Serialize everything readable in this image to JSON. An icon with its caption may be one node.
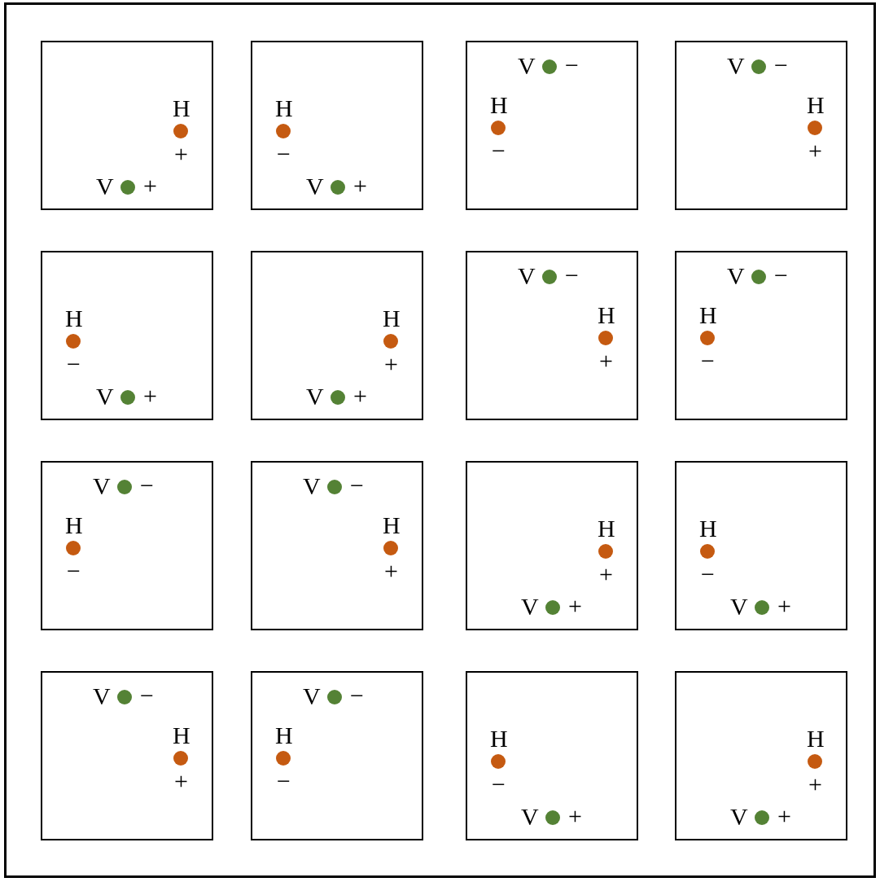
{
  "diagram": {
    "nodes": [
      {
        "text": [
          "H",
          "+",
          "V",
          "+"
        ]
      },
      {
        "text": [
          "H",
          "−",
          "V",
          "+"
        ]
      },
      {
        "text": [
          "V",
          "−",
          "H",
          "−"
        ]
      },
      {
        "text": [
          "V",
          "−",
          "H",
          "+"
        ]
      },
      {
        "text": [
          "H",
          "−",
          "V",
          "+"
        ]
      },
      {
        "text": [
          "H",
          "+",
          "V",
          "+"
        ]
      },
      {
        "text": [
          "V",
          "−",
          "H",
          "+"
        ]
      },
      {
        "text": [
          "V",
          "−",
          "H",
          "−"
        ]
      },
      {
        "text": [
          "V",
          "−",
          "H",
          "−"
        ]
      },
      {
        "text": [
          "V",
          "−",
          "H",
          "+"
        ]
      },
      {
        "text": [
          "H",
          "+",
          "V",
          "+"
        ]
      },
      {
        "text": [
          "H",
          "−",
          "V",
          "+"
        ]
      },
      {
        "text": [
          "V",
          "−",
          "H",
          "+"
        ]
      },
      {
        "text": [
          "V",
          "−",
          "H",
          "−"
        ]
      },
      {
        "text": [
          "H",
          "−",
          "V",
          "+"
        ]
      },
      {
        "text": [
          "H",
          "+",
          "V",
          "+"
        ]
      }
    ]
  }
}
